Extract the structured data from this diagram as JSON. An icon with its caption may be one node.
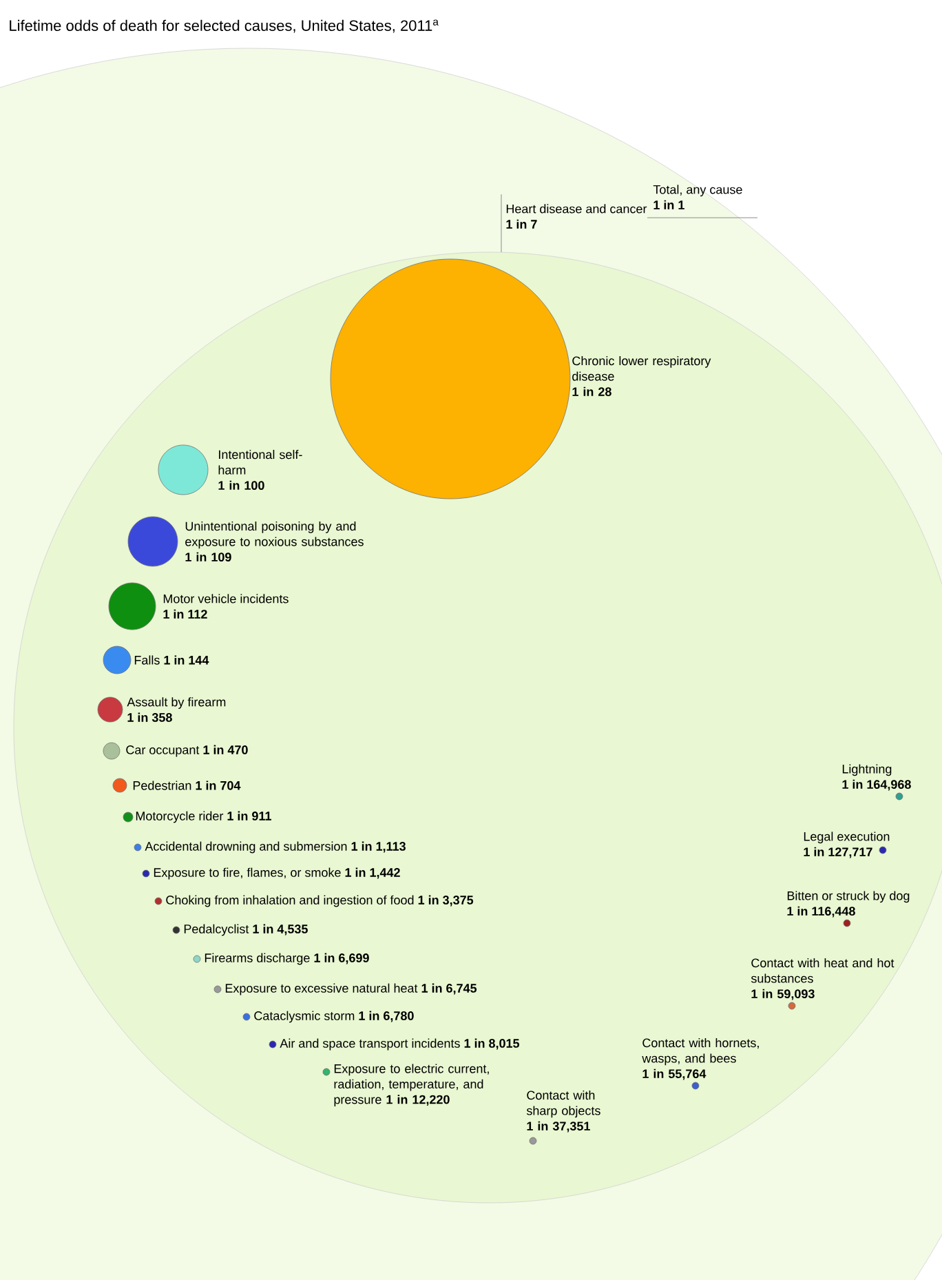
{
  "diagram": {
    "title": "Lifetime odds of death for selected causes, United States, 2011$^{a}$",
    "nodes": [
      {
        "text": [
          "Total, any cause",
          "1 in 1"
        ]
      },
      {
        "text": [
          "Heart disease and cancer",
          "1 in 7"
        ],
        "in": 0
      },
      {
        "text": [
          "Chronic lower respiratory disease",
          "1 in 28"
        ],
        "in": 1
      },
      {
        "text": [
          "Intentional self-harm",
          "1 in 100"
        ],
        "in": 1
      },
      {
        "text": [
          "Unintentional poisoning by and exposure to noxious substances",
          "1 in 109"
        ],
        "in": 1
      },
      {
        "text": [
          "Motor vehicle incidents",
          "1 in 112"
        ],
        "in": 1
      },
      {
        "text": [
          "Falls",
          "1 in 144"
        ],
        "in": 1
      },
      {
        "text": [
          "Assault by firearm",
          "1 in 358"
        ],
        "in": 1
      },
      {
        "text": [
          "Car occupant",
          "1 in 470"
        ],
        "in": 1
      },
      {
        "text": [
          "Pedestrian",
          "1 in 704"
        ],
        "in": 1
      },
      {
        "text": [
          "Motorcycle rider",
          "1 in 911"
        ],
        "in": 1
      },
      {
        "text": [
          "Accidental drowning and submersion",
          "1 in 1,113"
        ],
        "in": 1
      },
      {
        "text": [
          "Exposure to fire, flames, or smoke",
          "1 in 1,442"
        ],
        "in": 1
      },
      {
        "text": [
          "Choking from inhalation and ingestion of food",
          "1 in 3,375"
        ],
        "in": 1
      },
      {
        "text": [
          "Pedalcyclist",
          "1 in 4,535"
        ],
        "in": 1
      },
      {
        "text": [
          "Firearms discharge",
          "1 in 6,699"
        ],
        "in": 1
      },
      {
        "text": [
          "Exposure to excessive natural heat",
          "1 in 6,745"
        ],
        "in": 1
      },
      {
        "text": [
          "Cataclysmic storm",
          "1 in 6,780"
        ],
        "in": 1
      },
      {
        "text": [
          "Air and space transport incidents",
          "1 in 8,015"
        ],
        "in": 1
      },
      {
        "text": [
          "Exposure to electric current, radiation, temperature, and pressure",
          "1 in 12,220"
        ],
        "in": 1
      },
      {
        "text": [
          "Lightning",
          "1 in 164,968"
        ],
        "in": 1
      },
      {
        "text": [
          "Legal execution",
          "1 in 127,717"
        ],
        "in": 1
      },
      {
        "text": [
          "Bitten or struck by dog",
          "1 in 116,448"
        ],
        "in": 1
      },
      {
        "text": [
          "Contact with heat and hot substances",
          "1 in 59,093"
        ],
        "in": 1
      },
      {
        "text": [
          "Contact with hornets, wasps, and bees",
          "1 in 55,764"
        ],
        "in": 1
      },
      {
        "text": [
          "Contact with sharp objects",
          "1 in 37,351"
        ],
        "in": 1
      }
    ]
  }
}
